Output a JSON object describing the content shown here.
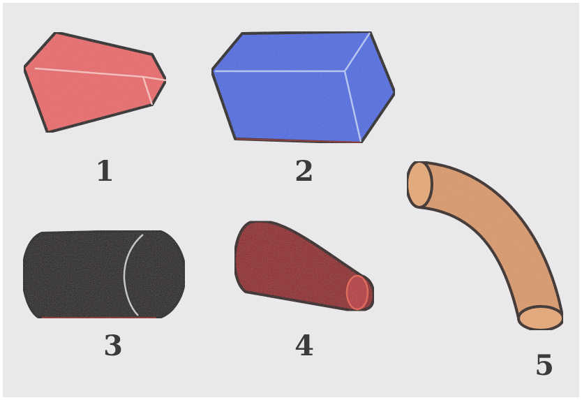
{
  "figure": {
    "background_color": "#e9e9ec",
    "shapes": [
      {
        "id": "1",
        "label": "1",
        "shape": "truncated-prism",
        "color": "#e8696b"
      },
      {
        "id": "2",
        "label": "2",
        "shape": "rectangular-prism",
        "color": "#4f6ce0"
      },
      {
        "id": "3",
        "label": "3",
        "shape": "cylinder",
        "color": "#1c1518"
      },
      {
        "id": "4",
        "label": "4",
        "shape": "truncated-cone",
        "color": "#8f1c24"
      },
      {
        "id": "5",
        "label": "5",
        "shape": "curved-tube",
        "color": "#d9996b"
      }
    ]
  }
}
